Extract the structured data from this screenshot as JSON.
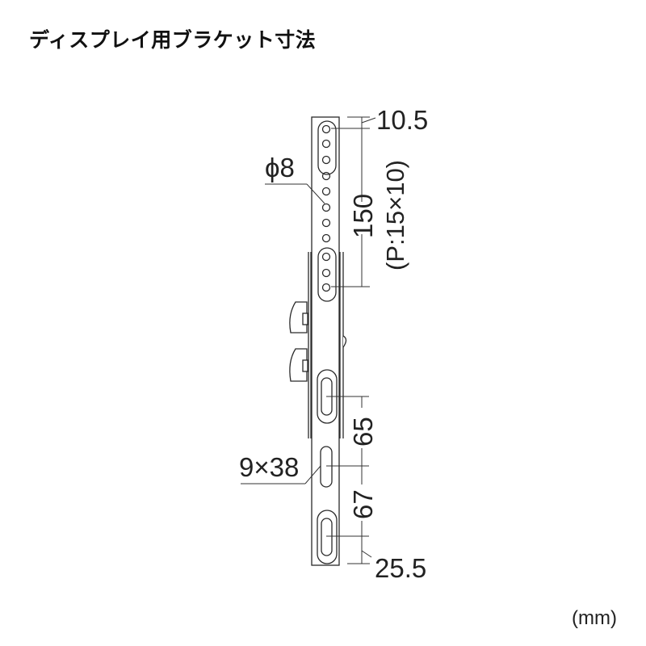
{
  "title": "ディスプレイ用ブラケット寸法",
  "unit": "(mm)",
  "dimensions": {
    "top_offset": "10.5",
    "hole_diameter": "ϕ8",
    "hole_span": "150",
    "hole_pitch": "(P:15×10)",
    "slot_gap_upper": "65",
    "slot_size": "9×38",
    "slot_gap_lower": "67",
    "bottom_offset": "25.5"
  },
  "colors": {
    "line": "#2a2a2a",
    "background": "#ffffff"
  }
}
